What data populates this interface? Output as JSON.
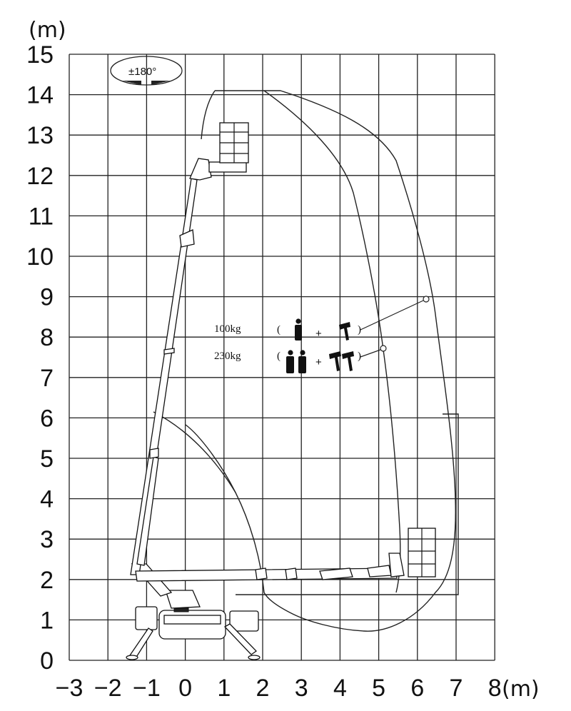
{
  "y_axis": {
    "unit_label": "(m)",
    "ticks": [
      "0",
      "1",
      "2",
      "3",
      "4",
      "5",
      "6",
      "7",
      "8",
      "9",
      "10",
      "11",
      "12",
      "13",
      "14",
      "15"
    ]
  },
  "x_axis": {
    "unit_label": "(m)",
    "ticks": [
      "−3",
      "−2",
      "−1",
      "0",
      "1",
      "2",
      "3",
      "4",
      "5",
      "6",
      "7",
      "8"
    ]
  },
  "rotation": {
    "label": "±180°"
  },
  "loads": [
    {
      "label": "100kg",
      "persons": 1,
      "tools": 1,
      "plus": "+",
      "paren_open": "(",
      "paren_close": ")"
    },
    {
      "label": "230kg",
      "persons": 2,
      "tools": 2,
      "plus": "+",
      "paren_open": "(",
      "paren_close": ")"
    }
  ],
  "colors": {
    "line": "#222222",
    "background": "#ffffff"
  }
}
